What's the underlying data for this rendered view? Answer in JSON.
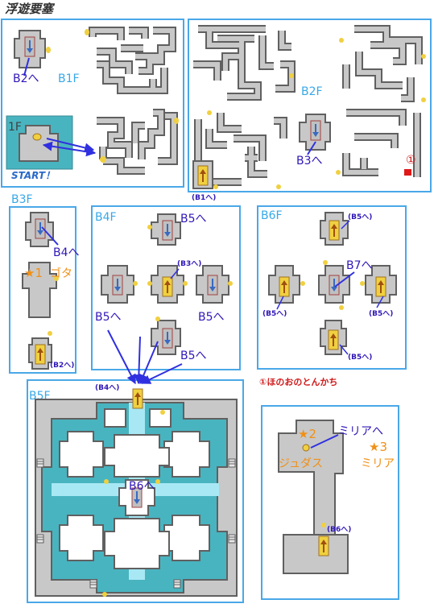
{
  "title": "浮遊要塞",
  "floors": {
    "b1f": "B1F",
    "f1": "1F",
    "b2f": "B2F",
    "b3f": "B3F",
    "b4f": "B4F",
    "b5f": "B5F",
    "b6f": "B6F"
  },
  "start_label": "START！",
  "labels": {
    "b1_to_b2": "B2へ",
    "b2_to_b3": "B3へ",
    "b2_from_b1": "(B1へ)",
    "b3_to_b4": "B4へ",
    "b3_from_b2": "(B2へ)",
    "b4_to_b5_top": "B5へ",
    "b4_from_b3": "(B3へ)",
    "b4_to_b5_left": "B5へ",
    "b4_to_b5_mid": "B5へ",
    "b4_to_b5_bottom": "B5へ",
    "b6_to_b5_top": "(B5へ)",
    "b6_to_b5_left": "(B5へ)",
    "b6_to_b5_right": "(B5へ)",
    "b6_to_b5_bottom": "(B5へ)",
    "b6_to_b7": "B7へ",
    "b5_from_b4": "(B4へ)",
    "b5_to_b6": "B6へ",
    "b7_from_b6": "(B6へ)",
    "b7_to_miria": "ミリアへ"
  },
  "treasure": {
    "marker": "①",
    "item": "①ほのおのとんかち"
  },
  "stars": {
    "s1_num": "★1",
    "s1_name": "ゴタ",
    "s2_num": "★2",
    "s2_name": "ジュダス",
    "s3_num": "★3",
    "s3_name": "ミリア"
  },
  "colors": {
    "panel_border": "#4aa8e8",
    "floor_gray": "#c8c8c8",
    "wall_dark": "#606060",
    "water_teal": "#48b4c0",
    "water_light": "#a8e8f4",
    "stairs_yellow": "#f0d040",
    "arrow_blue": "#3030e0",
    "label_purple": "#3018b8",
    "label_cyan": "#38a8e8",
    "label_orange": "#f09018",
    "label_red": "#d01818"
  }
}
